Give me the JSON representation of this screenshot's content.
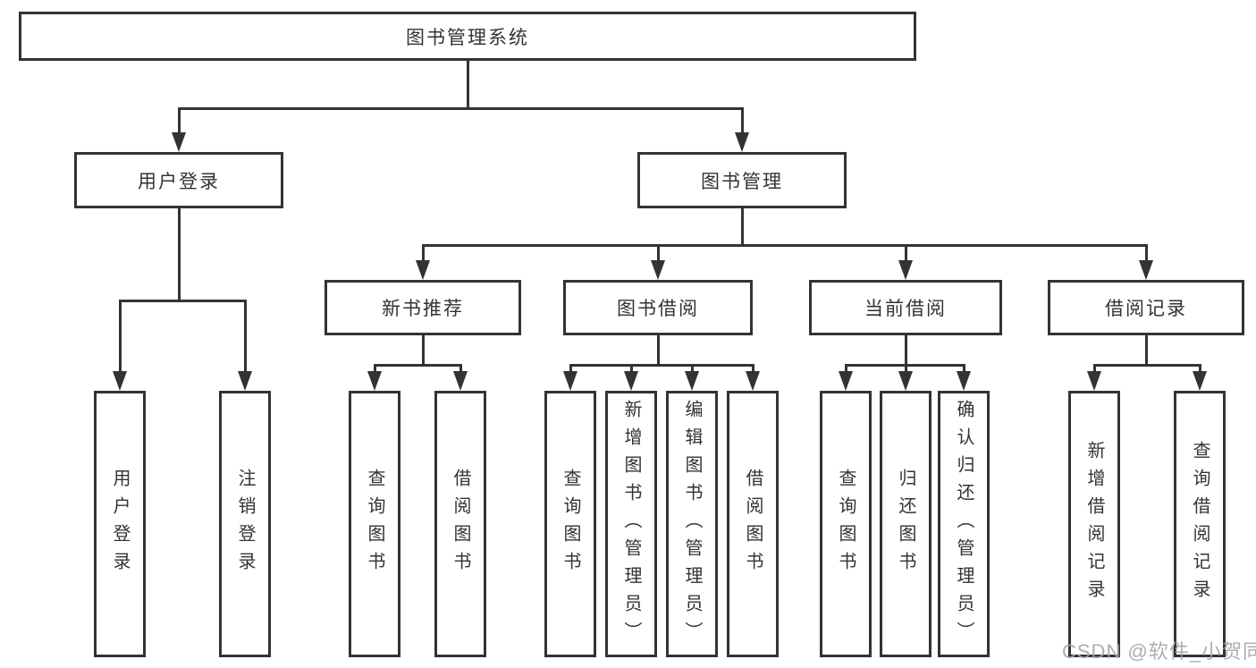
{
  "tree": {
    "root": {
      "label": "图书管理系统",
      "children": [
        {
          "label": "用户登录",
          "children": [
            {
              "label": "用户登录"
            },
            {
              "label": "注销登录"
            }
          ]
        },
        {
          "label": "图书管理",
          "children": [
            {
              "label": "新书推荐",
              "children": [
                {
                  "label": "查询图书"
                },
                {
                  "label": "借阅图书"
                }
              ]
            },
            {
              "label": "图书借阅",
              "children": [
                {
                  "label": "查询图书"
                },
                {
                  "label": "新增图书（管理员）"
                },
                {
                  "label": "编辑图书（管理员）"
                },
                {
                  "label": "借阅图书"
                }
              ]
            },
            {
              "label": "当前借阅",
              "children": [
                {
                  "label": "查询图书"
                },
                {
                  "label": "归还图书"
                },
                {
                  "label": "确认归还（管理员）"
                }
              ]
            },
            {
              "label": "借阅记录",
              "children": [
                {
                  "label": "新增借阅记录"
                },
                {
                  "label": "查询借阅记录"
                }
              ]
            }
          ]
        }
      ]
    }
  },
  "watermark": {
    "text": "CSDN @软件_小贺同学"
  },
  "colors": {
    "line": "#333333",
    "text": "#333333",
    "background": "#ffffff",
    "watermark": "#a5a5a5"
  }
}
